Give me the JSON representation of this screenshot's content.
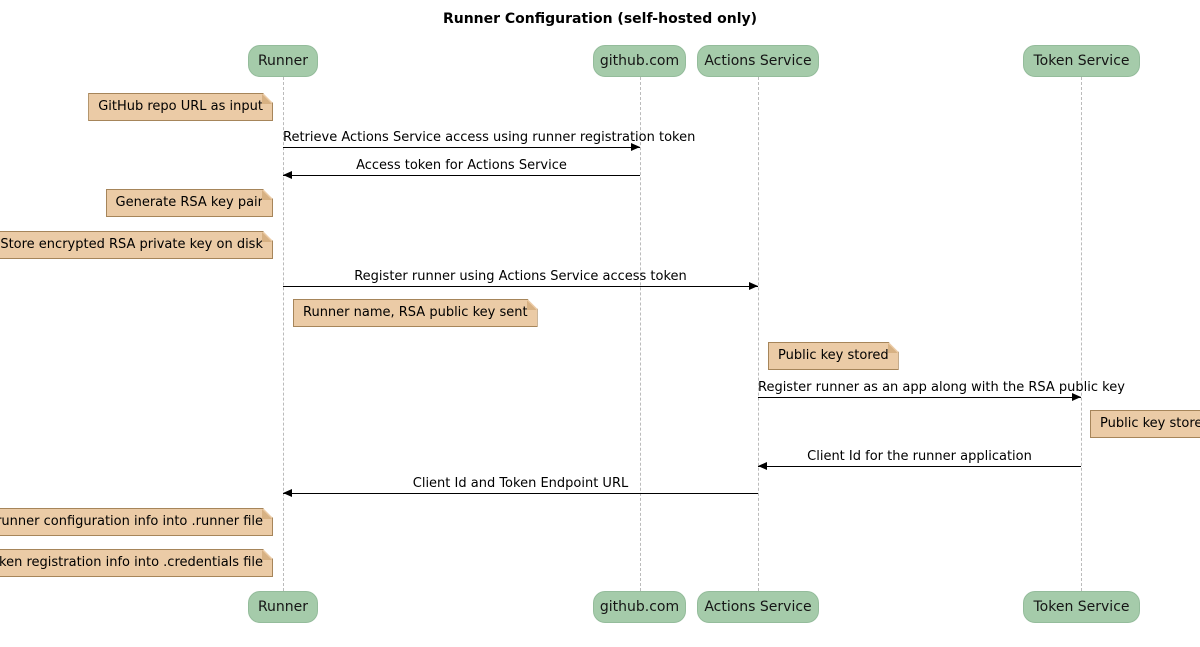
{
  "title": "Runner Configuration (self-hosted only)",
  "participants": [
    {
      "label": "Runner"
    },
    {
      "label": "github.com"
    },
    {
      "label": "Actions Service"
    },
    {
      "label": "Token Service"
    }
  ],
  "messages": [
    {
      "text": "Retrieve Actions Service access using runner registration token",
      "from": "Runner",
      "to": "github.com"
    },
    {
      "text": "Access token for Actions Service",
      "from": "github.com",
      "to": "Runner"
    },
    {
      "text": "Register runner using Actions Service access token",
      "from": "Runner",
      "to": "Actions Service"
    },
    {
      "text": "Register runner as an app along with the RSA public key",
      "from": "Actions Service",
      "to": "Token Service"
    },
    {
      "text": "Client Id for the runner application",
      "from": "Token Service",
      "to": "Actions Service"
    },
    {
      "text": "Client Id and Token Endpoint URL",
      "from": "Actions Service",
      "to": "Runner"
    }
  ],
  "notes": [
    {
      "text": "GitHub repo URL as input",
      "position": "left of Runner"
    },
    {
      "text": "Generate RSA key pair",
      "position": "left of Runner"
    },
    {
      "text": "Store encrypted RSA private key on disk",
      "position": "left of Runner"
    },
    {
      "text": "Runner name, RSA public key sent",
      "position": "right of Runner"
    },
    {
      "text": "Public key stored",
      "position": "right of Actions Service"
    },
    {
      "text": "Public key stored",
      "position": "right of Token Service"
    },
    {
      "text": "Store runner configuration info into .runner file",
      "position": "left of Runner"
    },
    {
      "text": "Store Token registration info into .credentials file",
      "position": "left of Runner"
    }
  ],
  "colors": {
    "participant_fill": "#a5cbaa",
    "participant_border": "#94bc9b",
    "note_fill": "#ebcba6",
    "note_border": "#a6855a",
    "note_fold": "#d7b183",
    "lifeline": "#bbbbbb",
    "arrow": "#000000"
  }
}
